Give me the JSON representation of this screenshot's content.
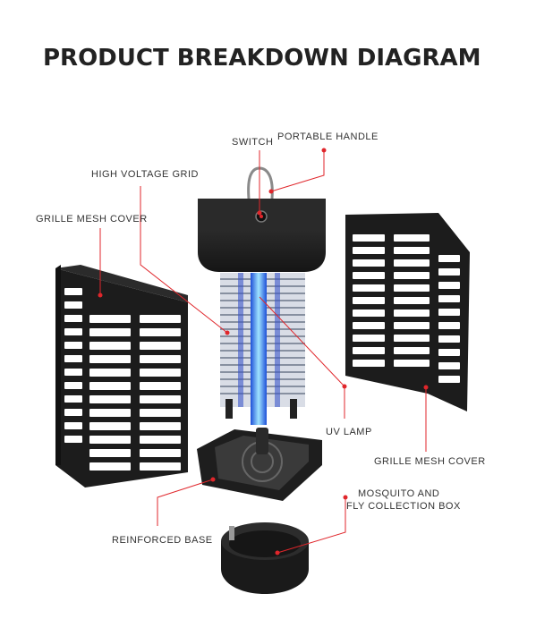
{
  "title": "PRODUCT BREAKDOWN DIAGRAM",
  "labels": {
    "switch": "SWITCH",
    "portable_handle": "PORTABLE HANDLE",
    "high_voltage_grid": "HIGH VOLTAGE GRID",
    "grille_mesh_cover_left": "GRILLE MESH COVER",
    "uv_lamp": "UV LAMP",
    "grille_mesh_cover_right": "GRILLE MESH COVER",
    "mosquito_line1": "MOSQUITO AND",
    "mosquito_line2": "FLY COLLECTION BOX",
    "reinforced_base": "REINFORCED BASE"
  },
  "colors": {
    "leader_line": "#e0262b",
    "body": "#1c1c1c",
    "uv_glow": "#4fb6ff"
  }
}
